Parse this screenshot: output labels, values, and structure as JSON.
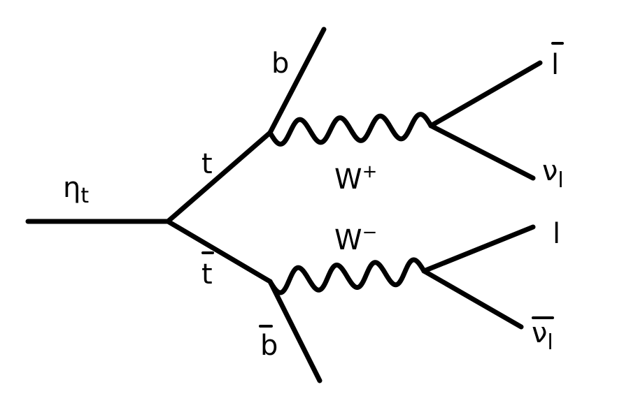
{
  "diagram": {
    "particles": {
      "eta": {
        "main": "η",
        "sub": "t"
      },
      "top": "t",
      "antitop": "t",
      "b": "b",
      "antib": "b",
      "w_plus": {
        "main": "W",
        "sup": "+"
      },
      "w_minus": {
        "main": "W",
        "sup": "−"
      },
      "antilepton": "l",
      "neutrino": {
        "main": "ν",
        "sub": "l"
      },
      "lepton": "l",
      "antineutrino": {
        "main": "ν",
        "sub": "l"
      }
    }
  }
}
